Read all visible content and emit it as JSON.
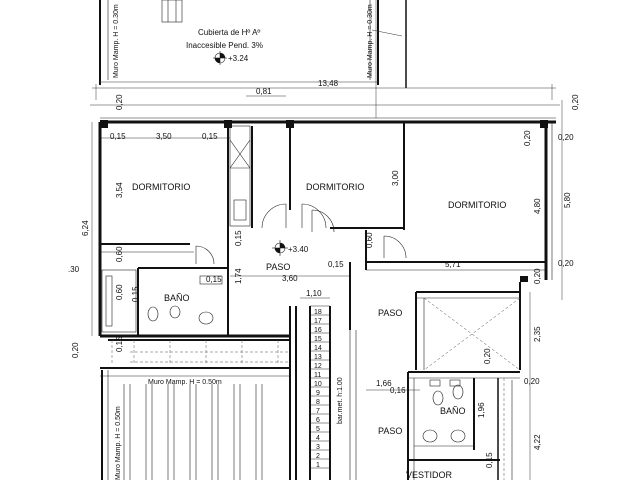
{
  "roof": {
    "title": "Cubierta de Hº Aº",
    "subtitle": "Inaccesible  Pend. 3%",
    "level": "+3.24",
    "wall_note": "Muro Mamp. H = 0.30m"
  },
  "rooms": {
    "dormitorio_1": "DORMITORIO",
    "dormitorio_2": "DORMITORIO",
    "dormitorio_3": "DORMITORIO",
    "paso_1": "PASO",
    "paso_2": "PASO",
    "paso_3": "PASO",
    "bano_1": "BAÑO",
    "bano_2": "BAÑO",
    "vestidor": "VESTIDOR"
  },
  "levels": {
    "main": "+3.40"
  },
  "notes": {
    "wall_half": "Muro Mamp. H = 0.50m",
    "wall_half_side": "Muro Mamp. H = 0.50m",
    "baranda": "bar.met. h:1.00"
  },
  "dims": {
    "total_width": "13,48",
    "d_081": "0,81",
    "top_020a": "0,20",
    "top_020b": "0,20",
    "d_015a": "0,15",
    "d_350": "3,50",
    "d_015b": "0,15",
    "d_354": "3,54",
    "d_624": "6,24",
    "d_300": "3,00",
    "d_480": "4,80",
    "d_580": "5,80",
    "r_020a": "0,20",
    "r_020b": "0,20",
    "r_020c": "0,20",
    "r_020d": "0,20",
    "d_060a": "0,60",
    "d_060b": "0,60",
    "d_015c": "0,15",
    "d_015d": "0,15",
    "d_174": "1,74",
    "d_360": "3,60",
    "d_015e": "0,15",
    "d_571": "5,71",
    "d_060c": "0,60",
    "d_30": ".30",
    "d_020l": "0,20",
    "d_015f": "0,15",
    "d_015g": "0,15",
    "d_110": "1,10",
    "d_235": "2,35",
    "d_166": "1,66",
    "d_016": "0,16",
    "d_196": "1,96",
    "d_020m": "0,20",
    "d_020n": "0,20",
    "d_422": "4,22",
    "d_015h": "0,15"
  },
  "stairs": {
    "steps": [
      "18",
      "17",
      "16",
      "15",
      "14",
      "13",
      "12",
      "11",
      "10",
      "9",
      "8",
      "7",
      "6",
      "5",
      "4",
      "3",
      "2",
      "1"
    ]
  }
}
